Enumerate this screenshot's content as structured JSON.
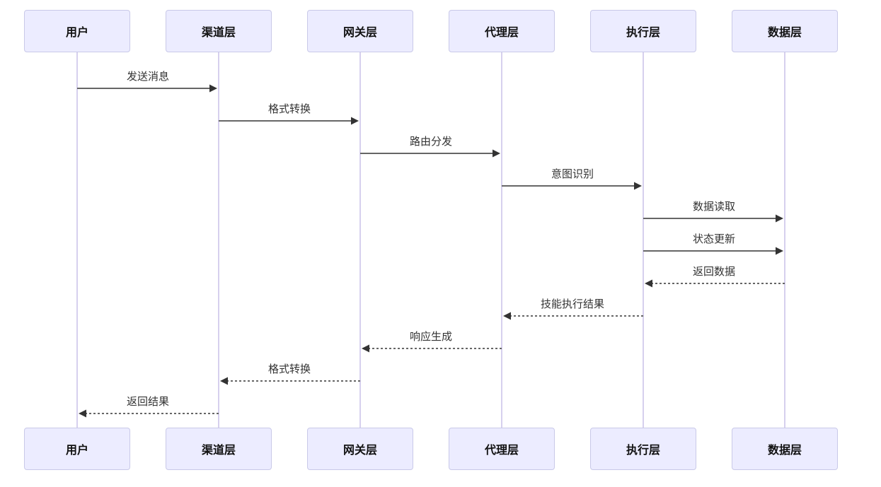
{
  "diagram": {
    "type": "sequence-diagram",
    "background": "#ffffff",
    "colors": {
      "actor_fill": "#ECECFF",
      "actor_border": "#C9C9E8",
      "actor_text": "#111111",
      "lifeline": "#D6D0EE",
      "message_line": "#666666",
      "arrowhead": "#333333",
      "message_text": "#333333"
    },
    "actors": [
      {
        "id": "user",
        "label": "用户"
      },
      {
        "id": "channel",
        "label": "渠道层"
      },
      {
        "id": "gateway",
        "label": "网关层"
      },
      {
        "id": "agent",
        "label": "代理层"
      },
      {
        "id": "executor",
        "label": "执行层"
      },
      {
        "id": "data",
        "label": "数据层"
      }
    ],
    "messages": [
      {
        "from": 0,
        "to": 1,
        "label": "发送消息",
        "style": "solid"
      },
      {
        "from": 1,
        "to": 2,
        "label": "格式转换",
        "style": "solid"
      },
      {
        "from": 2,
        "to": 3,
        "label": "路由分发",
        "style": "solid"
      },
      {
        "from": 3,
        "to": 4,
        "label": "意图识别",
        "style": "solid"
      },
      {
        "from": 4,
        "to": 5,
        "label": "数据读取",
        "style": "solid"
      },
      {
        "from": 4,
        "to": 5,
        "label": "状态更新",
        "style": "solid"
      },
      {
        "from": 5,
        "to": 4,
        "label": "返回数据",
        "style": "dashed"
      },
      {
        "from": 4,
        "to": 3,
        "label": "技能执行结果",
        "style": "dashed"
      },
      {
        "from": 3,
        "to": 2,
        "label": "响应生成",
        "style": "dashed"
      },
      {
        "from": 2,
        "to": 1,
        "label": "格式转换",
        "style": "dashed"
      },
      {
        "from": 1,
        "to": 0,
        "label": "返回结果",
        "style": "dashed"
      }
    ]
  }
}
